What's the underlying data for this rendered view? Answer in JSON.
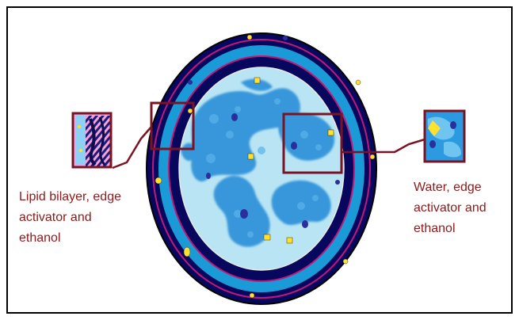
{
  "labels": {
    "left": [
      "Lipid bilayer, edge",
      "activator and",
      "ethanol"
    ],
    "right": [
      "Water, edge",
      "activator and",
      "ethanol"
    ]
  },
  "colors": {
    "outer_ring": "#0a0a6e",
    "magenta_line": "#c0187a",
    "blue_ring": "#1a9bd7",
    "light_core": "#b8e4f3",
    "water_blob": "#2a8fd8",
    "callout": "#7a1424",
    "label_text": "#8b1a1a"
  },
  "icons": [
    "lipid-bilayer-inset-icon",
    "water-inset-icon"
  ]
}
